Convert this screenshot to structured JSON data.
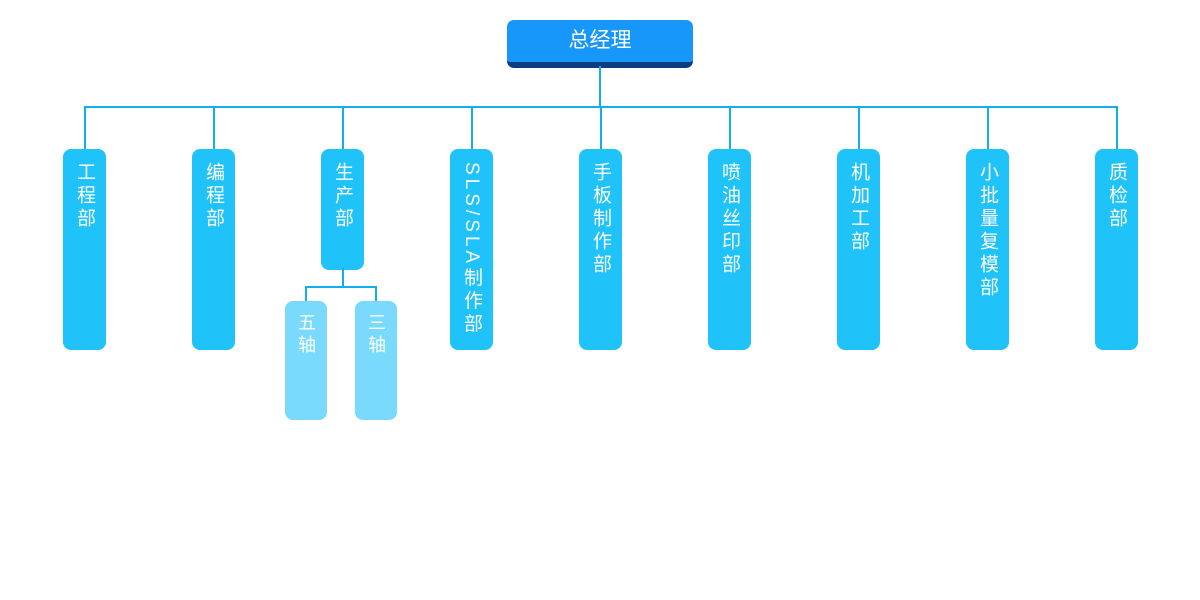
{
  "chart": {
    "title": "organization-chart",
    "root": {
      "label": "总经理"
    },
    "departments": [
      {
        "label": "工程部"
      },
      {
        "label": "编程部"
      },
      {
        "label": "生产部",
        "children": [
          {
            "label": "五轴"
          },
          {
            "label": "三轴"
          }
        ]
      },
      {
        "label": "SLS/SLA制作部"
      },
      {
        "label": "手板制作部"
      },
      {
        "label": "喷油丝印部"
      },
      {
        "label": "机加工部"
      },
      {
        "label": "小批量复模部"
      },
      {
        "label": "质检部"
      }
    ]
  },
  "colors": {
    "root_fill": "#1797FA",
    "root_shadow": "#0A3E81",
    "department_fill": "#20C2FA",
    "child_fill": "#79DAFD",
    "connector": "#12AEEE",
    "text": "#FFFFFF",
    "background": "#FFFFFF"
  }
}
